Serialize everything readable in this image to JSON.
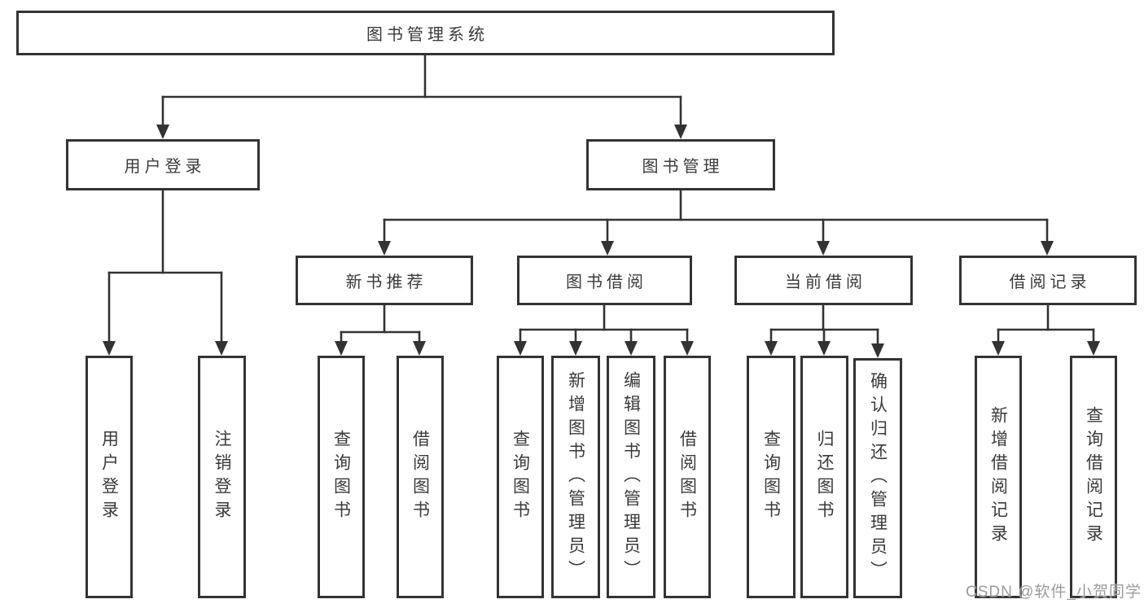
{
  "colors": {
    "line": "#333333",
    "box_border": "#333333",
    "text": "#3a3a3a",
    "background": "#ffffff",
    "watermark_text": "#9b9b9b"
  },
  "watermark": {
    "text": "CSDN @软件_小贺同学"
  },
  "tree": {
    "root": {
      "label": "图书管理系统"
    },
    "level2": [
      {
        "id": "user-login",
        "label": "用户登录"
      },
      {
        "id": "book-management",
        "label": "图书管理"
      }
    ],
    "level3": [
      {
        "id": "new-book-recommend",
        "label": "新书推荐",
        "parent": "book-management"
      },
      {
        "id": "book-borrow",
        "label": "图书借阅",
        "parent": "book-management"
      },
      {
        "id": "current-borrow",
        "label": "当前借阅",
        "parent": "book-management"
      },
      {
        "id": "borrow-records",
        "label": "借阅记录",
        "parent": "book-management"
      }
    ],
    "leaves": [
      {
        "label": "用户登录",
        "parent": "user-login"
      },
      {
        "label": "注销登录",
        "parent": "user-login"
      },
      {
        "label": "查询图书",
        "parent": "new-book-recommend"
      },
      {
        "label": "借阅图书",
        "parent": "new-book-recommend"
      },
      {
        "label": "查询图书",
        "parent": "book-borrow"
      },
      {
        "label": "新增图书（管理员）",
        "parent": "book-borrow"
      },
      {
        "label": "编辑图书（管理员）",
        "parent": "book-borrow"
      },
      {
        "label": "借阅图书",
        "parent": "book-borrow"
      },
      {
        "label": "查询图书",
        "parent": "current-borrow"
      },
      {
        "label": "归还图书",
        "parent": "current-borrow"
      },
      {
        "label": "确认归还（管理员）",
        "parent": "current-borrow"
      },
      {
        "label": "新增借阅记录",
        "parent": "borrow-records"
      },
      {
        "label": "查询借阅记录",
        "parent": "borrow-records"
      }
    ]
  }
}
